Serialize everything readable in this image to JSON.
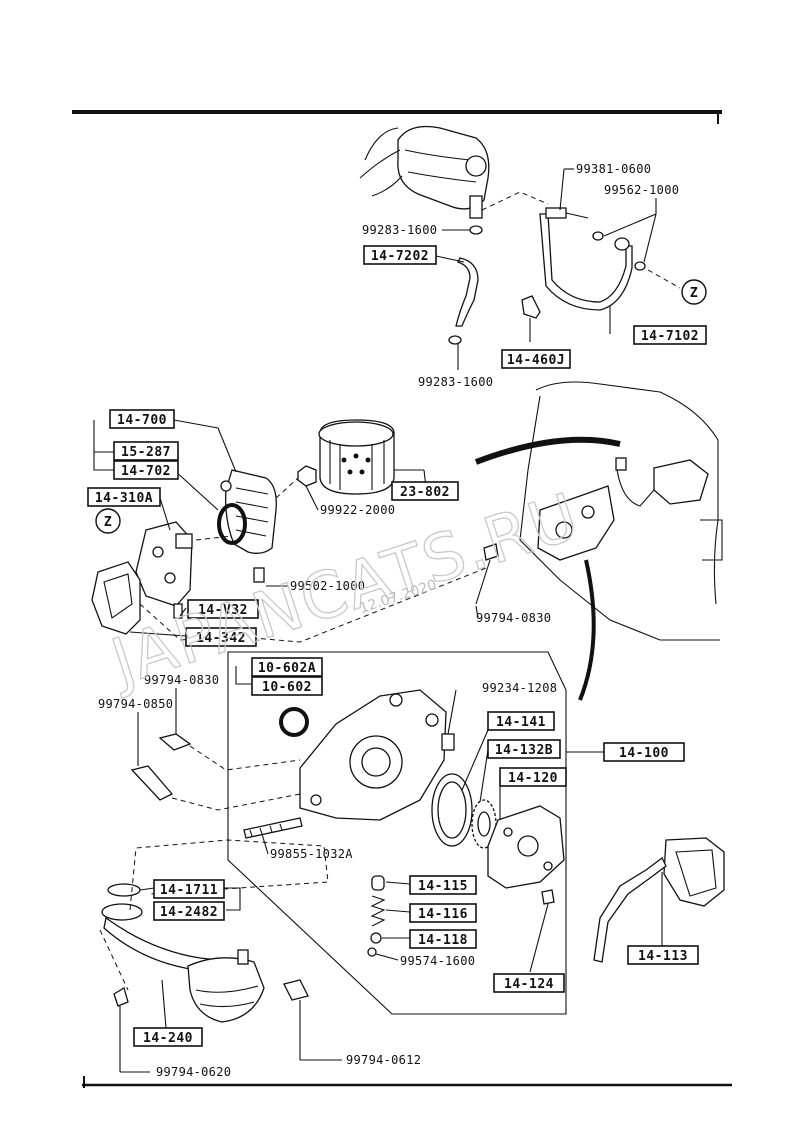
{
  "watermark": {
    "site": "JAPANCATS.RU",
    "date": "12.07.2020"
  },
  "callouts": {
    "p99381_0600": "99381-0600",
    "p99562_1000": "99562-1000",
    "p99283_1600_top": "99283-1600",
    "p99283_1600_bot": "99283-1600",
    "p99922_2000": "99922-2000",
    "p99502_1000": "99502-1000",
    "p99794_0830_right": "99794-0830",
    "p99794_0830_left": "99794-0830",
    "p99794_0850": "99794-0850",
    "p99234_1208": "99234-1208",
    "p99855_1032A": "99855-1032A",
    "p99574_1600": "99574-1600",
    "p99794_0620": "99794-0620",
    "p99794_0612": "99794-0612"
  },
  "boxes": {
    "b14_7202": "14-7202",
    "b14_7102": "14-7102",
    "b14_460J": "14-460J",
    "b14_700": "14-700",
    "b15_287": "15-287",
    "b14_702": "14-702",
    "b14_310A": "14-310A",
    "b23_802": "23-802",
    "b14_V32": "14-V32",
    "b14_342": "14-342",
    "b10_602A": "10-602A",
    "b10_602": "10-602",
    "b14_141": "14-141",
    "b14_132B": "14-132B",
    "b14_120": "14-120",
    "b14_100": "14-100",
    "b14_1711": "14-1711",
    "b14_2482": "14-2482",
    "b14_115": "14-115",
    "b14_116": "14-116",
    "b14_118": "14-118",
    "b14_124": "14-124",
    "b14_240": "14-240",
    "b14_113": "14-113"
  },
  "markers": {
    "z_top": "Z",
    "z_left": "Z"
  }
}
